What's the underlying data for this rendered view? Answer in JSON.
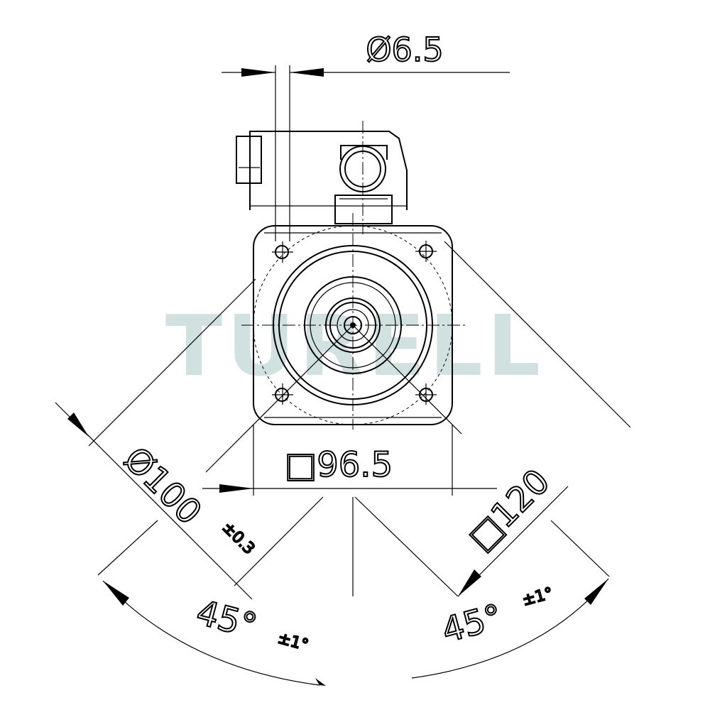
{
  "watermark": "TURELL",
  "dimensions": {
    "hole_dia": "Ø6.5",
    "flange_square": "□96.5",
    "pitch_circle": "Ø100",
    "pitch_circle_tol": "±0.3",
    "outer_square": "□120",
    "angle_left": "45°",
    "angle_left_tol": "±1°",
    "angle_right": "45°",
    "angle_right_tol": "±1°"
  }
}
